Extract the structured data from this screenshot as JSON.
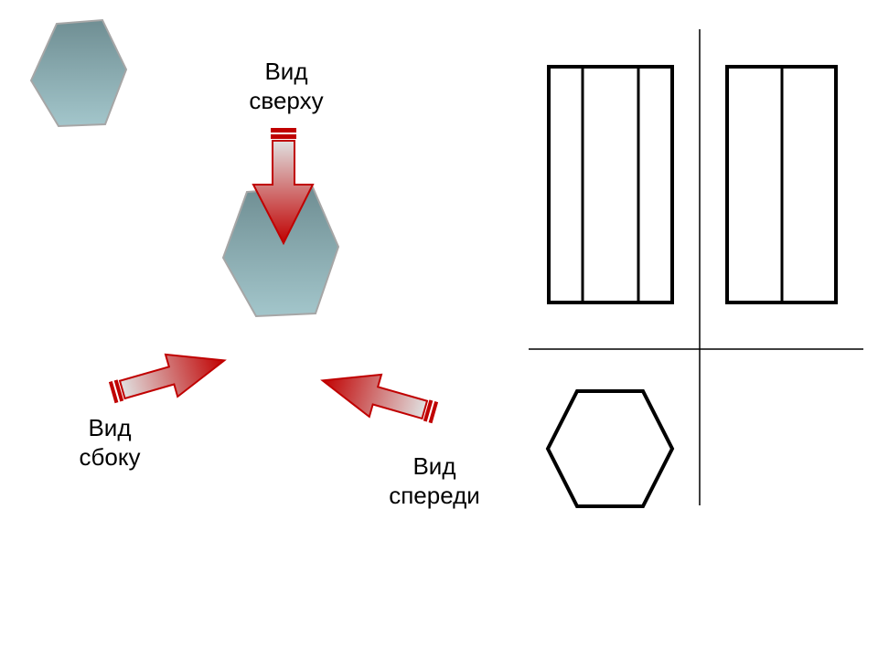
{
  "labels": {
    "top_view": {
      "line1": "Вид",
      "line2": "сверху"
    },
    "side_view": {
      "line1": "Вид",
      "line2": "сбоку"
    },
    "front_view": {
      "line1": "Вид",
      "line2": "спереди"
    }
  },
  "colors": {
    "prism_fill_top": "#6f8e93",
    "prism_fill_bottom": "#9fc3c8",
    "prism_stroke": "#a6a6a6",
    "arrow_red": "#c00000",
    "arrow_light": "#d9d9d9",
    "line": "#000000"
  }
}
